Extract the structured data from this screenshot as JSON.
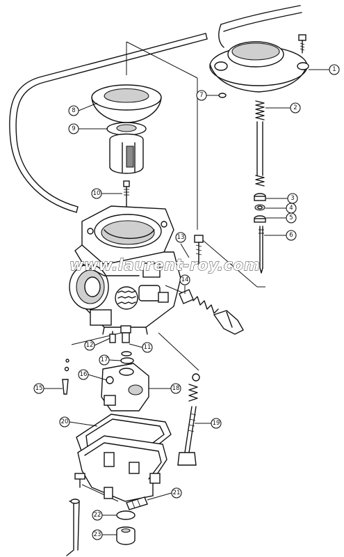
{
  "diagram": {
    "watermark": "www.laurent-roy.com",
    "callouts": [
      "1",
      "2",
      "3",
      "4",
      "5",
      "6",
      "7",
      "8",
      "9",
      "10",
      "11",
      "12",
      "13",
      "14",
      "15",
      "16",
      "17",
      "18",
      "19",
      "20",
      "21",
      "22",
      "23"
    ]
  }
}
